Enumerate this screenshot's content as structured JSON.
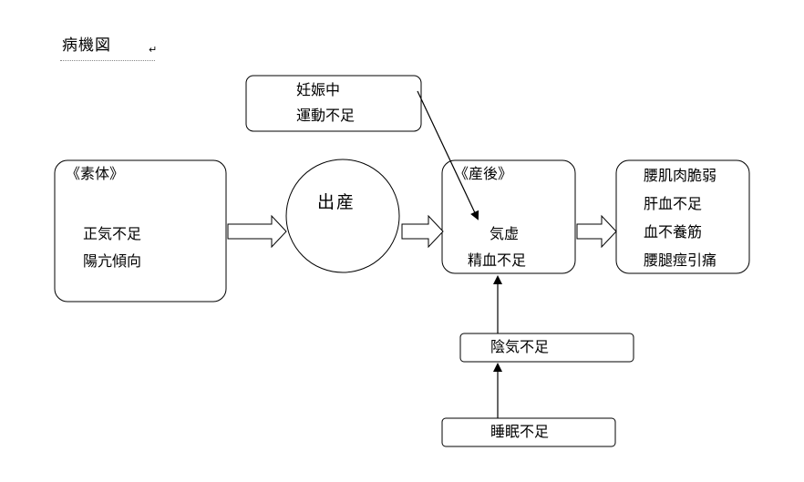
{
  "title": "病機図",
  "title_mark": "↵",
  "nodes": {
    "pregnancy": {
      "lines": [
        "妊娠中",
        "運動不足"
      ]
    },
    "constitution": {
      "header": "《素体》",
      "lines": [
        "正気不足",
        "陽亢傾向"
      ]
    },
    "childbirth": {
      "label": "出産"
    },
    "postpartum": {
      "header": "《産後》",
      "lines": [
        "気虚",
        "精血不足"
      ]
    },
    "symptoms": {
      "lines": [
        "腰肌肉脆弱",
        "肝血不足",
        "血不養筋",
        "腰腿痙引痛"
      ]
    },
    "yin_qi": {
      "label": "陰気不足"
    },
    "sleep": {
      "label": "睡眠不足"
    }
  }
}
